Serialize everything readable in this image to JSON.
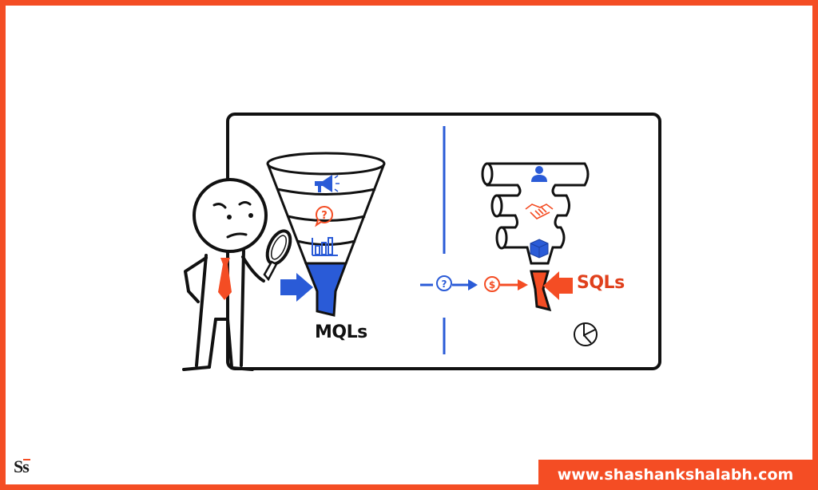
{
  "colors": {
    "brand_orange": "#f44d24",
    "accent_blue": "#2a5bd7",
    "ink": "#111111",
    "background": "#ffffff"
  },
  "diagram": {
    "left_funnel": {
      "label": "MQLs",
      "stages": [
        {
          "icon": "megaphone-icon",
          "color": "#2a5bd7"
        },
        {
          "icon": "question-bubble-icon",
          "color": "#f44d24"
        },
        {
          "icon": "bar-chart-icon",
          "color": "#2a5bd7"
        }
      ],
      "output_color": "#2a5bd7"
    },
    "right_funnel": {
      "label": "SQLs",
      "stages": [
        {
          "icon": "person-icon",
          "color": "#2a5bd7"
        },
        {
          "icon": "handshake-icon",
          "color": "#f44d24"
        },
        {
          "icon": "box-icon",
          "color": "#2a5bd7"
        }
      ],
      "output_color": "#f44d24",
      "flow": [
        {
          "icon": "question-bubble-icon",
          "color": "#2a5bd7"
        },
        {
          "icon": "dollar-coin-icon",
          "color": "#f44d24"
        }
      ],
      "extra_icon": "pie-chart-icon"
    },
    "character": "stick-figure-with-magnifier"
  },
  "footer": {
    "logo_text_1": "S",
    "logo_text_2": "s",
    "url": "www.shashankshalabh.com"
  }
}
